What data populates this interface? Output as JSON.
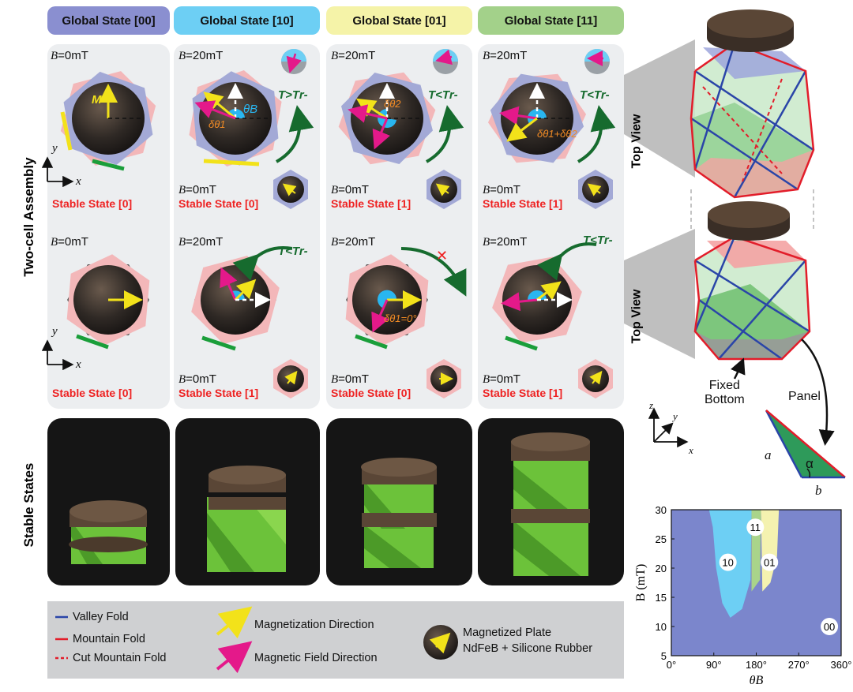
{
  "headers": [
    "Global State [00]",
    "Global State [10]",
    "Global State [01]",
    "Global State [11]"
  ],
  "header_colors": [
    "#8a8fd0",
    "#6dcff4",
    "#f5f3a8",
    "#a3d18a"
  ],
  "side_labels": {
    "two_cell": "Two-cell Assembly",
    "stable": "Stable States"
  },
  "field_labels": {
    "b0": "=0mT",
    "b20": "=20mT",
    "b_symbol": "B"
  },
  "stable_state_labels": {
    "s0": "Stable State [0]",
    "s1": "Stable State [1]"
  },
  "torque_labels": {
    "gt": "T>Tr-",
    "lt": "T<Tr-"
  },
  "angle_labels": {
    "theta_b": "θB",
    "dtheta1": "δθ1",
    "dtheta2": "δθ2",
    "dsum": "δθ1+δθ2",
    "dzero": "δθ1=0°",
    "m": "M"
  },
  "axes": {
    "x": "x",
    "y": "y",
    "z": "z"
  },
  "top_view_label": "Top View",
  "fixed_bottom": "Fixed\nBottom",
  "panel_label": "Panel",
  "panel_sides": {
    "a": "a",
    "b": "b",
    "alpha": "α"
  },
  "legend": {
    "valley": "Valley Fold",
    "mountain": "Mountain Fold",
    "cut": "Cut Mountain Fold",
    "magnetization": "Magnetization Direction",
    "field": "Magnetic Field Direction",
    "plate1": "Magnetized Plate",
    "plate2": "NdFeB + Silicone Rubber"
  },
  "colors": {
    "valley": "#2a45a8",
    "mountain": "#e21d2a",
    "magnetization": "#f2e21a",
    "field": "#e4198a",
    "torque": "#166b2e",
    "stable_red": "#e22222",
    "phase_00": "#7b86cc",
    "phase_10": "#6dcff4",
    "phase_01": "#f4f2b0",
    "phase_11": "#a9d48a"
  },
  "chart_data": {
    "type": "heatmap",
    "title": "",
    "xlabel": "θB",
    "ylabel": "B (mT)",
    "x_ticks": [
      "0°",
      "90°",
      "180°",
      "270°",
      "360°"
    ],
    "y_ticks": [
      "5",
      "10",
      "15",
      "20",
      "25",
      "30"
    ],
    "xlim": [
      0,
      360
    ],
    "ylim": [
      5,
      30
    ],
    "regions": [
      {
        "label": "00",
        "boundary": []
      },
      {
        "label": "10",
        "boundary": [
          [
            80,
            30
          ],
          [
            170,
            30
          ],
          [
            168,
            18
          ],
          [
            150,
            13
          ],
          [
            125,
            11.5
          ],
          [
            108,
            14
          ],
          [
            95,
            20
          ],
          [
            88,
            27
          ]
        ]
      },
      {
        "label": "11",
        "boundary": [
          [
            170,
            30
          ],
          [
            190,
            30
          ],
          [
            188,
            18
          ],
          [
            170,
            16
          ]
        ]
      },
      {
        "label": "01",
        "boundary": [
          [
            190,
            30
          ],
          [
            228,
            30
          ],
          [
            224,
            22
          ],
          [
            210,
            17.5
          ],
          [
            193,
            16
          ]
        ]
      }
    ],
    "region_labels": [
      {
        "label": "10",
        "x": 120,
        "y": 21
      },
      {
        "label": "11",
        "x": 178,
        "y": 27
      },
      {
        "label": "01",
        "x": 208,
        "y": 21
      },
      {
        "label": "00",
        "x": 335,
        "y": 10
      }
    ]
  }
}
